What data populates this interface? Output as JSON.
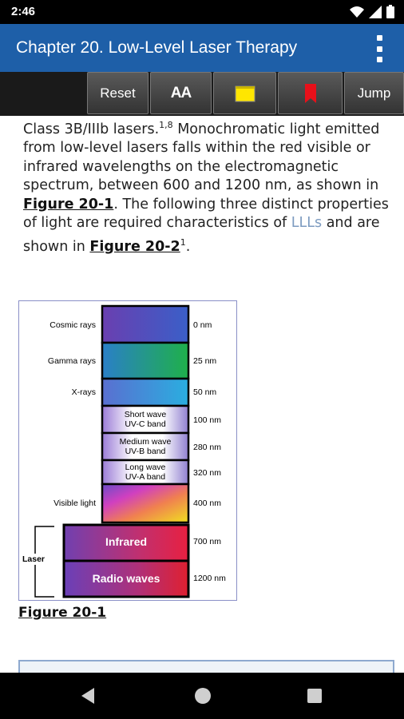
{
  "status_bar": {
    "time": "2:46"
  },
  "app_bar": {
    "title": "Chapter 20. Low-Level Laser Therapy"
  },
  "toolbar": {
    "reset_label": "Reset",
    "font_size_label": "AA",
    "jump_label": "Jump"
  },
  "article": {
    "line1_start": "Class 3B/IIIb lasers.",
    "line1_refs": "1,8",
    "line1_end": " Monochromatic light emitted from low-level lasers falls within the red visible or infrared wavelengths on the electromagnetic spectrum, between 600 and 1200 nm, as shown in ",
    "figure_link_1": "Figure 20-1",
    "mid": ". The following three distinct properties of light are required characteristics of ",
    "abbrev": "LLLs",
    "end": " and are shown in ",
    "figure_link_2": "Figure 20-2",
    "end_ref": "1",
    "end_period": "."
  },
  "figure": {
    "caption": "Figure 20-1",
    "bands": [
      {
        "name": "Cosmic rays",
        "wavelength": "0 nm"
      },
      {
        "name": "Gamma rays",
        "wavelength": "25 nm"
      },
      {
        "name": "X-rays",
        "wavelength": "50 nm"
      },
      {
        "name": "Short wave UV-C band",
        "wavelength": "100 nm"
      },
      {
        "name": "Medium wave UV-B band",
        "wavelength": "280 nm"
      },
      {
        "name": "Long wave UV-A band",
        "wavelength": "320 nm"
      },
      {
        "name": "Visible light",
        "wavelength": "400 nm"
      },
      {
        "name": "Infrared",
        "wavelength": "700 nm"
      },
      {
        "name": "Radio waves",
        "wavelength": "1200 nm"
      }
    ],
    "bracket_label": "Laser",
    "uv_labels": {
      "c1": "Short wave",
      "c2": "UV-C band",
      "b1": "Medium wave",
      "b2": "UV-B band",
      "a1": "Long wave",
      "a2": "UV-A band"
    }
  },
  "colors": {
    "app_bar": "#1e5fa8",
    "toolbar": "#1a1a1a",
    "link_faded": "#7d9bc0"
  }
}
